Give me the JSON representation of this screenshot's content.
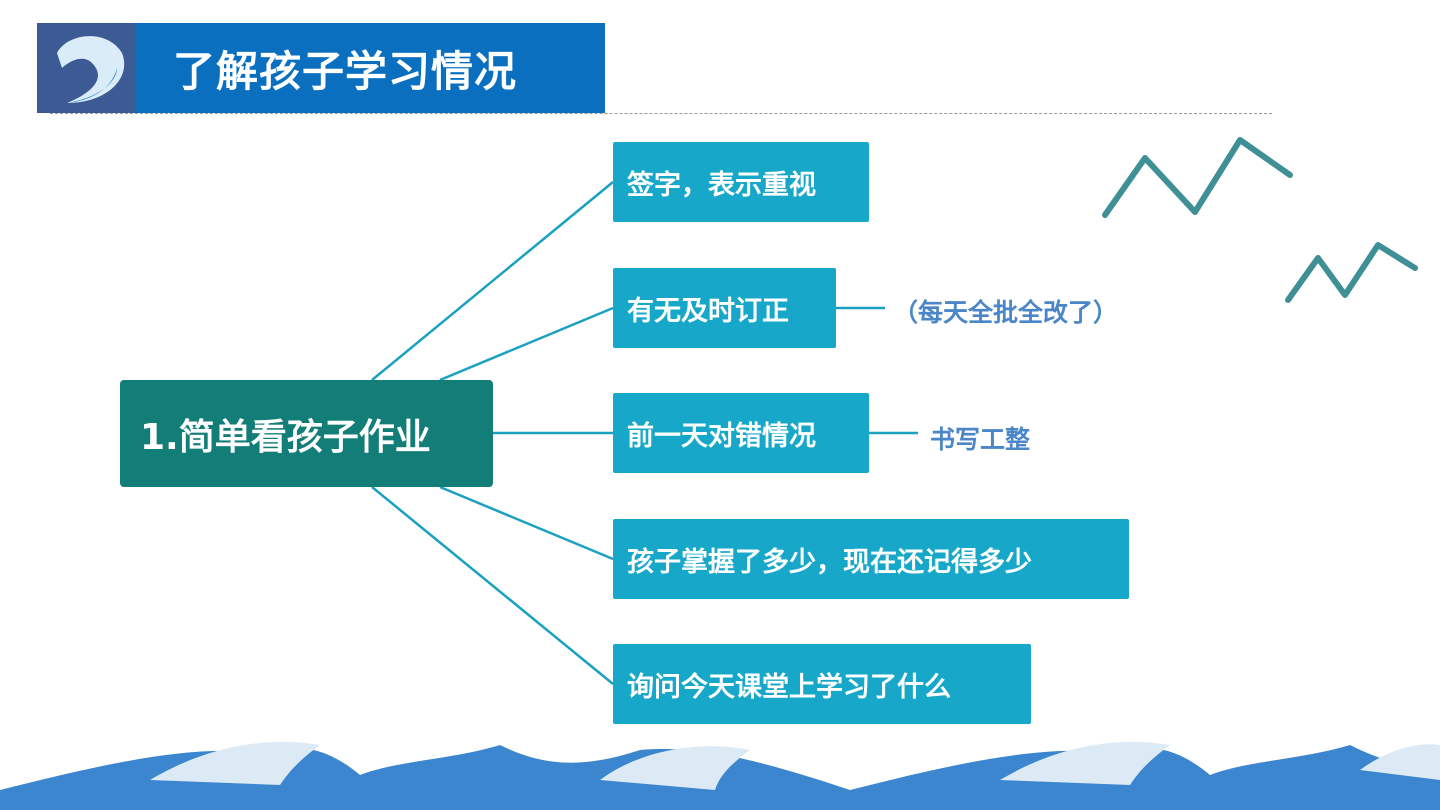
{
  "header": {
    "title": "了解孩子学习情况"
  },
  "diagram": {
    "center": "1.简单看孩子作业",
    "branches": [
      {
        "label": "签字，表示重视"
      },
      {
        "label": "有无及时订正",
        "note": "（每天全批全改了）"
      },
      {
        "label": "前一天对错情况",
        "note": "书写工整"
      },
      {
        "label": "孩子掌握了多少，现在还记得多少"
      },
      {
        "label": "询问今天课堂上学习了什么"
      }
    ]
  },
  "colors": {
    "title_bar": "#0b6fc0",
    "center": "#137d78",
    "branch": "#17a8c9",
    "note": "#4a86c8"
  }
}
